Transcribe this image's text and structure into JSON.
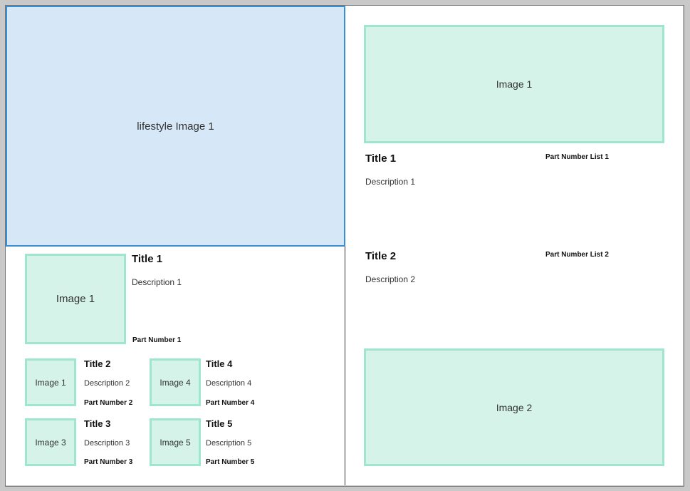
{
  "left_page": {
    "lifestyle_image_label": "lifestyle Image 1",
    "main_product": {
      "image_label": "Image 1",
      "title": "Title 1",
      "description": "Description 1",
      "part_number": "Part Number 1"
    },
    "grid_products": [
      {
        "image_label": "Image 1",
        "title": "Title 2",
        "description": "Description 2",
        "part_number": "Part Number 2"
      },
      {
        "image_label": "Image 4",
        "title": "Title 4",
        "description": "Description 4",
        "part_number": "Part Number 4"
      },
      {
        "image_label": "Image 3",
        "title": "Title 3",
        "description": "Description 3",
        "part_number": "Part Number 3"
      },
      {
        "image_label": "Image 5",
        "title": "Title 5",
        "description": "Description 5",
        "part_number": "Part Number 5"
      }
    ]
  },
  "right_page": {
    "top_image_label": "Image 1",
    "sections": [
      {
        "title": "Title 1",
        "description": "Description 1",
        "part_number_list": "Part Number List 1"
      },
      {
        "title": "Title 2",
        "description": "Description 2",
        "part_number_list": "Part Number List 2"
      }
    ],
    "bottom_image_label": "Image 2"
  },
  "colors": {
    "placeholder_fill": "#d5f3e8",
    "placeholder_border": "#9ee6cc",
    "lifestyle_fill": "#d6e8f7",
    "lifestyle_border": "#3b8fd0"
  }
}
